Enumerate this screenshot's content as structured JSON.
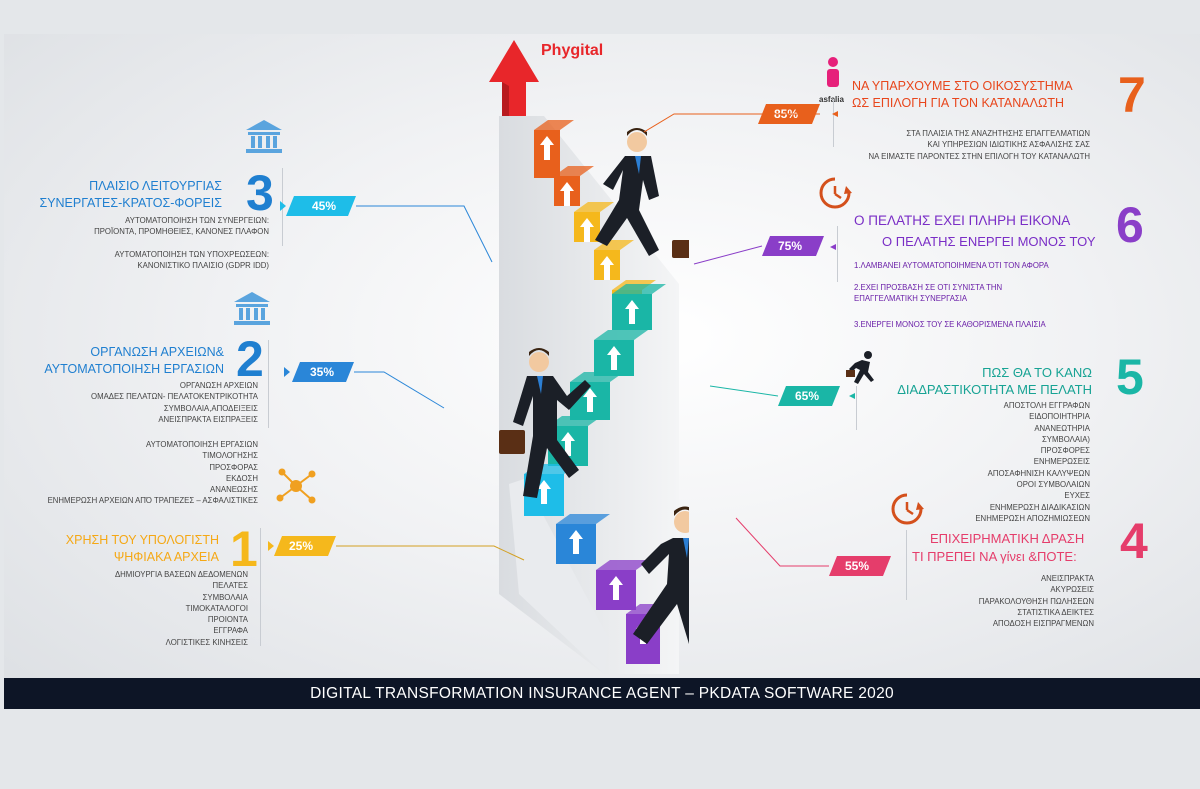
{
  "top_label": "Phygital",
  "footer": "DIGITAL TRANSFORMATION INSURANCE AGENT – PKDATA SOFTWARE 2020",
  "logo_text": "asfalia",
  "colors": {
    "step1": "#f5b81c",
    "step2": "#2a86d8",
    "step3": "#1ebde8",
    "step4": "#e53d6b",
    "step5": "#1ab6a6",
    "step6": "#8a3ec8",
    "step7": "#e8601c",
    "arrow": "#e8262a"
  },
  "steps": [
    {
      "number": "1",
      "percent": "25%",
      "title_lines": [
        "ΧΡΗΣΗ ΤΟΥ ΥΠΟΛΟΓΙΣΤΗ",
        "ΨΗΦΙΑΚΑ ΑΡΧΕΙΑ"
      ],
      "pre_items": [
        "ΑΥΤΟΜΑΤΟΠΟΙΗΣΗ ΕΡΓΑΣΙΩΝ",
        "ΤΙΜΟΛΟΓΗΣΗΣ",
        "ΠΡΟΣΦΟΡΑΣ",
        "ΕΚΔΟΣΗ",
        "ΑΝΑΝΕΩΣΗΣ",
        "ΕΝΗΜΕΡΩΣΗ ΑΡΧΕΙΩΝ ΑΠΌ ΤΡΑΠΕΖΕΣ – ΑΣΦΑΛΙΣΤΙΚΕΣ"
      ],
      "items": [
        "ΔΗΜΙΟΥΡΓΙΑ ΒΑΣΕΩΝ ΔΕΔΟΜΕΝΩΝ",
        "ΠΕΛΑΤΕΣ",
        "ΣΥΜΒΟΛΑΙΑ",
        "ΤΙΜΟΚΑΤΑΛΟΓΟΙ",
        "ΠΡΟΙΟΝΤΑ",
        "ΕΓΓΡΑΦΑ",
        "ΛΟΓΙΣΤΙΚΕΣ ΚΙΝΗΣΕΙΣ"
      ],
      "icon": "network-icon"
    },
    {
      "number": "2",
      "percent": "35%",
      "title_lines": [
        "ΟΡΓΑΝΩΣΗ ΑΡΧΕΙΩΝ&",
        "ΑΥΤΟΜΑΤΟΠΟΙΗΣΗ ΕΡΓΑΣΙΩΝ"
      ],
      "items": [
        "ΟΡΓΑΝΩΣΗ ΑΡΧΕΙΩΝ",
        "ΟΜΑΔΕΣ ΠΕΛΑΤΩΝ- ΠΕΛΑΤΟΚΕΝΤΡΙΚΟΤΗΤΑ",
        "ΣΥΜΒΟΛΑΙΑ,ΑΠΟΔΕΙΞΕΙΣ",
        "ΑΝΕΙΣΠΡΑΚΤΑ ΕΙΣΠΡΑΞΕΙΣ"
      ],
      "icon": "institution-icon"
    },
    {
      "number": "3",
      "percent": "45%",
      "title_lines": [
        "ΠΛΑΙΣΙΟ ΛΕΙΤΟΥΡΓΙΑΣ",
        "ΣΥΝΕΡΓΑΤΕΣ-ΚΡΑΤΟΣ-ΦΟΡΕΙΣ"
      ],
      "items": [
        "ΑΥΤΟΜΑΤΟΠΟΙΗΣΗ ΤΩΝ ΣΥΝΕΡΓΕΙΩΝ:",
        "ΠΡΟΪΟΝΤΑ, ΠΡΟΜΗΘΕΙΕΣ, ΚΑΝΟΝΕΣ ΠΛΑΦΟΝ",
        "",
        "ΑΥΤΟΜΑΤΟΠΟΙΗΣΗ ΤΩΝ ΥΠΟΧΡΕΩΣΕΩΝ:",
        "ΚΑΝΟΝΙΣΤΙΚΟ ΠΛΑΙΣΙΟ (GDPR IDD)"
      ],
      "icon": "institution-icon"
    },
    {
      "number": "4",
      "percent": "55%",
      "title_lines": [
        "ΕΠΙΧΕΙΡΗΜΑΤΙΚΗ ΔΡΑΣΗ",
        "ΤΙ ΠΡΕΠΕΙ ΝΑ γίνει &ΠΟΤΕ:"
      ],
      "items": [
        "ΑΝΕΙΣΠΡΑΚΤΑ",
        "ΑΚΥΡΩΣΕΙΣ",
        "ΠΑΡΑΚΟΛΟΥΘΗΣΗ ΠΩΛΗΣΕΩΝ",
        "ΣΤΑΤΙΣΤΙΚΑ ΔΕΙΚΤΕΣ",
        "ΑΠΟΔΟΣΗ ΕΙΣΠΡΑΓΜΕΝΩΝ"
      ],
      "icon": "clock-icon"
    },
    {
      "number": "5",
      "percent": "65%",
      "title_lines": [
        "ΠΩΣ ΘΑ ΤΟ ΚΑΝΩ",
        "ΔΙΑΔΡΑΣΤΙΚΟΤΗΤΑ ΜΕ ΠΕΛΑΤΗ"
      ],
      "items": [
        "ΑΠΟΣΤΟΛΗ ΕΓΓΡΑΦΩΝ",
        "ΕΙΔΟΠΟΙΗΤΗΡΙΑ",
        "ΑΝΑΝΕΩΤΗΡΙΑ",
        "ΣΥΜΒΟΛΑΙΑ)",
        "ΠΡΟΣΦΟΡΕΣ",
        "ΕΝΗΜΕΡΩΣΕΙΣ",
        "ΑΠΟΣΑΦΗΝΙΣΗ ΚΑΛΥΨΕΩΝ",
        "ΟΡΟΙ ΣΥΜΒΟΛΑΙΩΝ",
        "ΕΥΧΕΣ",
        "ΕΝΗΜΕΡΩΣΗ ΔΙΑΔΙΚΑΣΙΩΝ",
        "ΕΝΗΜΕΡΩΣΗ ΑΠΟΖΗΜΙΩΣΕΩΝ"
      ],
      "icon": "runner-icon"
    },
    {
      "number": "6",
      "percent": "75%",
      "title_lines": [
        "Ο ΠΕΛΑΤΗΣ ΕΧΕΙ ΠΛΗΡΗ ΕΙΚΟΝΑ",
        "Ο ΠΕΛΑΤΗΣ ΕΝΕΡΓΕΙ ΜΟΝΟΣ ΤΟΥ"
      ],
      "items": [
        "1.ΛΑΜΒΑΝΕΙ ΑΥΤΟΜΑΤΟΠΟΙΗΜΕΝΑ ΌΤΙ ΤΟΝ ΑΦΟΡΑ",
        "2.ΕΧΕΙ ΠΡΟΣΒΑΣΗ ΣΕ ΟΤΙ ΣΥΝΙΣΤΑ ΤΗΝ",
        "ΕΠΑΓΓΕΛΜΑΤΙΚΗ ΣΥΝΕΡΓΑΣΙΑ",
        "3.ΕΝΕΡΓΕΙ  ΜΟΝΟΣ ΤΟΥ ΣΕ ΚΑΘΟΡΙΣΜΕΝΑ ΠΛΑΙΣΙΑ"
      ],
      "icon": "clock-icon"
    },
    {
      "number": "7",
      "percent": "85%",
      "title_lines": [
        "ΝΑ ΥΠΑΡΧΟΥΜΕ ΣΤΟ ΟΙΚΟΣΥΣΤΗΜΑ",
        "ΩΣ ΕΠΙΛΟΓΗ ΓΙΑ ΤΟΝ ΚΑΤΑΝΑΛΩΤΗ"
      ],
      "items": [
        "ΣΤΑ ΠΛΑΙΣΙΑ ΤΗΣ ΑΝΑΖΗΤΗΣΗΣ  ΕΠΑΓΓΕΛΜΑΤΙΩΝ",
        "ΚΑΙ ΥΠΗΡΕΣΙΩΝ ΙΔΙΩΤΙΚΗΣ ΑΣΦΑΛΙΣΗΣ ΣΑΣ",
        "ΝΑ ΕΙΜΑΣΤΕ ΠΑΡΟΝΤΕΣ ΣΤΗΝ ΕΠΙΛΟΓΗ ΤΟΥ ΚΑΤΑΝΑΛΩΤΗ"
      ],
      "icon": "asfalia-logo"
    }
  ]
}
